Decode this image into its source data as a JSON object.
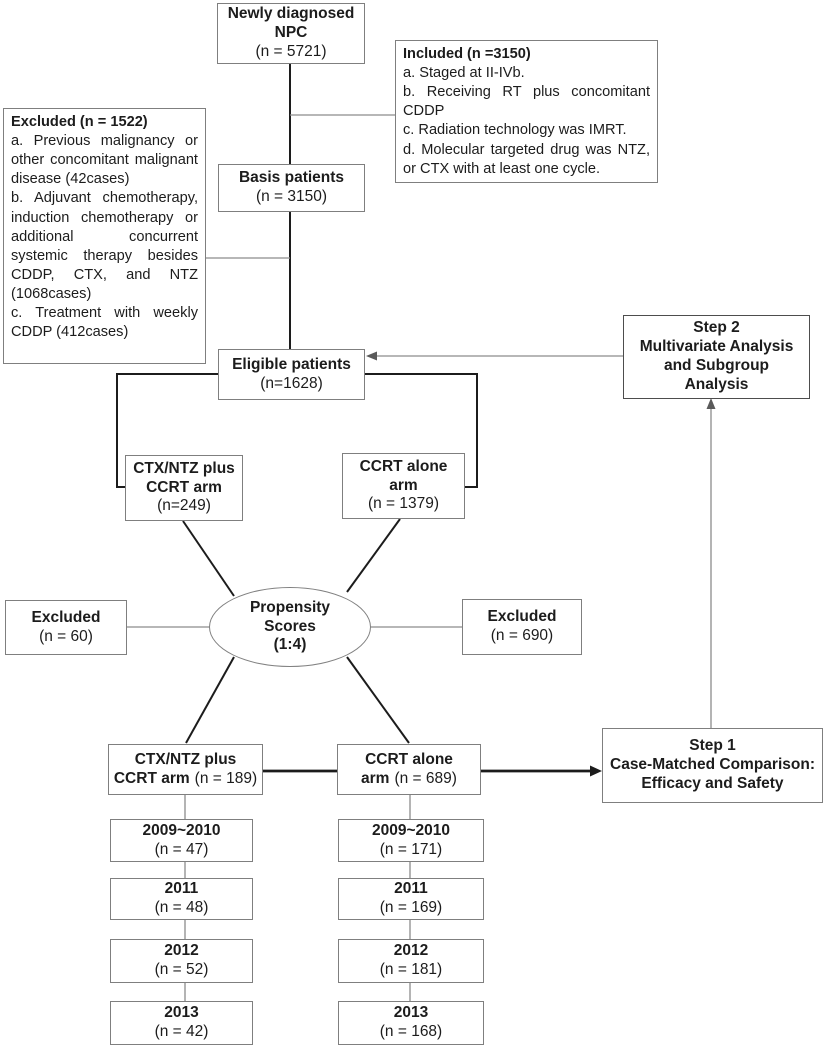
{
  "figure": {
    "type": "flowchart",
    "description_title": "Patient selection flow diagram"
  },
  "colors": {
    "background": "#ffffff",
    "text": "#1c1c1c",
    "box_border": "#7f7f7f",
    "line_black": "#1c1c1c",
    "line_gray": "#8c8c8c"
  },
  "nodes": {
    "npc": {
      "title": "Newly diagnosed\nNPC",
      "value": "(n = 5721)"
    },
    "included": {
      "title": "Included (n =3150)",
      "items": [
        "a. Staged at II-IVb.",
        "b. Receiving RT plus concomitant CDDP",
        "c. Radiation technology was IMRT.",
        "d. Molecular targeted drug was NTZ, or CTX with at least one cycle."
      ]
    },
    "excluded_main": {
      "title": "Excluded (n = 1522)",
      "items": [
        "a. Previous malignancy or other concomitant malignant disease (42cases)",
        "b. Adjuvant chemotherapy, induction chemotherapy or additional concurrent systemic therapy besides CDDP, CTX, and NTZ (1068cases)",
        "c. Treatment with weekly CDDP (412cases)"
      ]
    },
    "basis": {
      "title": "Basis patients",
      "value": "(n = 3150)"
    },
    "eligible": {
      "title": "Eligible patients",
      "value": "(n=1628)"
    },
    "step2": {
      "title": "Step 2\nMultivariate Analysis\nand  Subgroup\nAnalysis"
    },
    "arm_ctx_initial": {
      "title": "CTX/NTZ plus\nCCRT arm",
      "value": "(n=249)"
    },
    "arm_ccrt_initial": {
      "title": "CCRT alone\narm",
      "value": "(n = 1379)"
    },
    "excluded_ctx": {
      "title": "Excluded",
      "value": "(n = 60)"
    },
    "propensity": {
      "title": "Propensity\nScores\n(1:4)"
    },
    "excluded_ccrt": {
      "title": "Excluded",
      "value": "(n = 690)"
    },
    "arm_ctx_matched": {
      "line1": "CTX/NTZ plus",
      "line2_bold": "CCRT arm",
      "line2_value": "(n = 189)"
    },
    "arm_ccrt_matched": {
      "line1": "CCRT alone",
      "line2_bold": "arm",
      "line2_value": "(n = 689)"
    },
    "step1": {
      "title": "Step 1\nCase-Matched Comparison:\nEfficacy and Safety"
    },
    "years_ctx": [
      {
        "label": "2009~2010",
        "value": "(n = 47)"
      },
      {
        "label": "2011",
        "value": "(n = 48)"
      },
      {
        "label": "2012",
        "value": "(n = 52)"
      },
      {
        "label": "2013",
        "value": "(n = 42)"
      }
    ],
    "years_ccrt": [
      {
        "label": "2009~2010",
        "value": "(n = 171)"
      },
      {
        "label": "2011",
        "value": "(n = 169)"
      },
      {
        "label": "2012",
        "value": "(n = 181)"
      },
      {
        "label": "2013",
        "value": "(n = 168)"
      }
    ]
  }
}
